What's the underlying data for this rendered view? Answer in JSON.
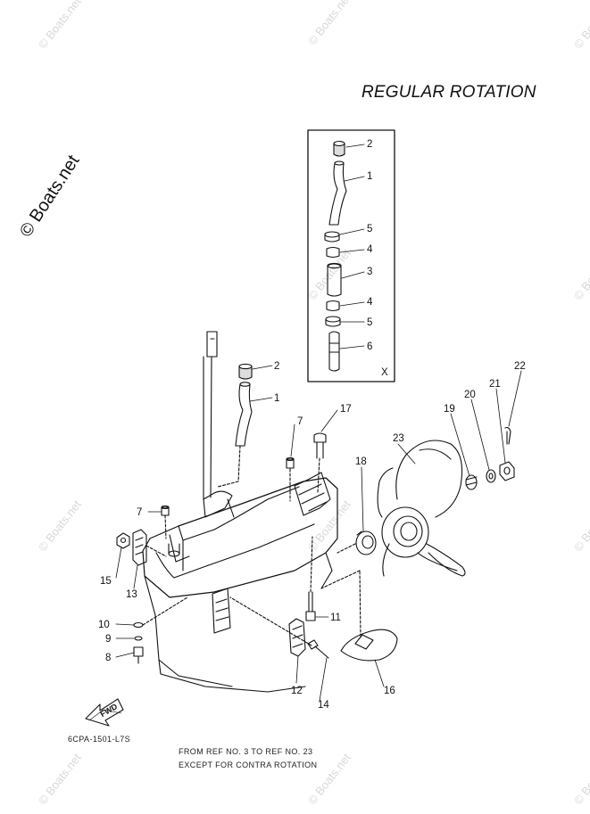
{
  "title": "REGULAR ROTATION",
  "brand": "© Boats.net",
  "watermark": "© Boats.net",
  "fwd_label": "FWD",
  "diagram_code": "6CPA-1501-L7S",
  "footnotes": [
    "FROM REF NO. 3 TO REF NO. 23",
    "EXCEPT FOR CONTRA ROTATION"
  ],
  "inset_note": "X",
  "callouts": {
    "c1": "1",
    "c2": "2",
    "c7": "7",
    "c17": "17",
    "c7b": "7",
    "c15": "15",
    "c13": "13",
    "c10": "10",
    "c9": "9",
    "c8": "8",
    "c11": "11",
    "c12": "12",
    "c14": "14",
    "c16": "16",
    "c18": "18",
    "c23": "23",
    "c19": "19",
    "c20": "20",
    "c21": "21",
    "c22": "22",
    "i2": "2",
    "i1": "1",
    "i5a": "5",
    "i4a": "4",
    "i3": "3",
    "i4b": "4",
    "i5b": "5",
    "i6": "6"
  }
}
